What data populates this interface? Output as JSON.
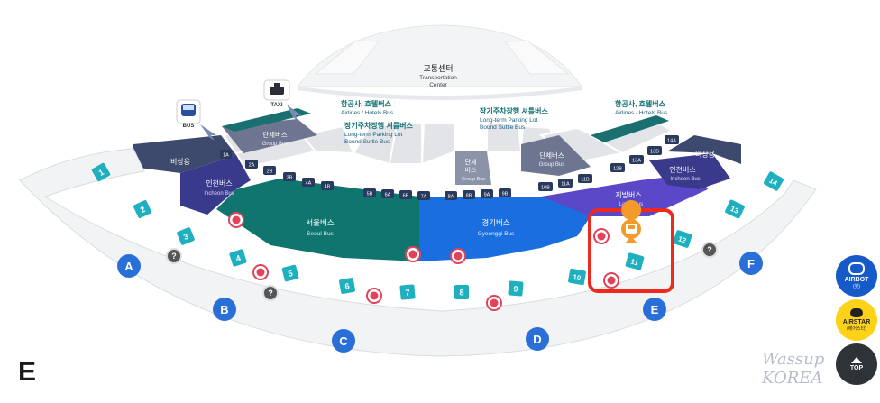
{
  "transport_center": {
    "ko": "교통센터",
    "en1": "Transportation",
    "en2": "Center"
  },
  "legend": {
    "bus": "BUS",
    "taxi": "TAXI"
  },
  "callouts": {
    "left_airlines_ko": "항공사, 호텔버스",
    "left_airlines_en": "Airlines / Hotels Bus",
    "left_parking_ko": "장기주차장행 셔틀버스",
    "left_parking_en1": "Long-term Parking Lot",
    "left_parking_en2": "Bound Suttle Bus",
    "mid_parking_ko": "장기주차장행 셔틀버스",
    "mid_parking_en1": "Long-term Parking Lot",
    "mid_parking_en2": "Bound Suttle Bus",
    "right_airlines_ko": "항공사, 호텔버스",
    "right_airlines_en": "Airlines / Hotels Bus"
  },
  "zones": {
    "emergency_left": "비상용",
    "incheon_left_ko": "인천버스",
    "incheon_left_en": "Incheon Bus",
    "group_left_ko": "단체버스",
    "group_left_en": "Group Bus",
    "seoul_ko": "서울버스",
    "seoul_en": "Seoul Bus",
    "gyeonggi_ko": "경기버스",
    "gyeonggi_en": "Gyeonggi Bus",
    "group_mid1_ko": "단체",
    "group_mid2_ko": "버스",
    "group_mid_en": "Group Bus",
    "group_right_ko": "단체버스",
    "group_right_en": "Group Bus",
    "local_ko": "지방버스",
    "local_en": "Local Bus",
    "incheon_right_ko": "인천버스",
    "incheon_right_en": "Incheon Bus",
    "emergency_right": "비상용"
  },
  "stops": {
    "s1": "1A",
    "s2": "2A",
    "s3": "2B",
    "s4": "3B",
    "s5": "4A",
    "s6": "4B",
    "s7": "5B",
    "s8": "6A",
    "s9": "6B",
    "s10": "7A",
    "s11": "8A",
    "s12": "8B",
    "s13": "9A",
    "s14": "9B",
    "s15": "10B",
    "s16": "11A",
    "s17": "11B",
    "s18": "12B",
    "s19": "13A",
    "s20": "13B",
    "s21": "14A"
  },
  "gates": {
    "g1": "1",
    "g2": "2",
    "g3": "3",
    "g4": "4",
    "g5": "5",
    "g6": "6",
    "g7": "7",
    "g8": "8",
    "g9": "9",
    "g10": "10",
    "g11": "11",
    "g12": "12",
    "g13": "13",
    "g14": "14"
  },
  "exits": {
    "A": "A",
    "B": "B",
    "C": "C",
    "D": "D",
    "E": "E",
    "F": "F"
  },
  "info_marker": "?",
  "side_buttons": {
    "airbot_label": "AIRBOT",
    "airbot_sub": "(봇)",
    "airstar_label": "AIRSTAR",
    "airstar_sub": "(에어스타)",
    "top_label": "TOP"
  },
  "terminal_label": "E",
  "watermark": "Wassup KOREA",
  "colors": {
    "emergency": "#3d4a6e",
    "incheon": "#3a3a8c",
    "seoul": "#10756f",
    "gyeonggi": "#1a6ee0",
    "local": "#5a48c8",
    "gate_teal": "#1fb0c0",
    "exit_blue": "#2a6ed8",
    "highlight_red": "#ee2a1e",
    "airstar_yellow": "#ffd21a",
    "airbot_blue": "#1659c8",
    "top_dark": "#2e3338"
  }
}
